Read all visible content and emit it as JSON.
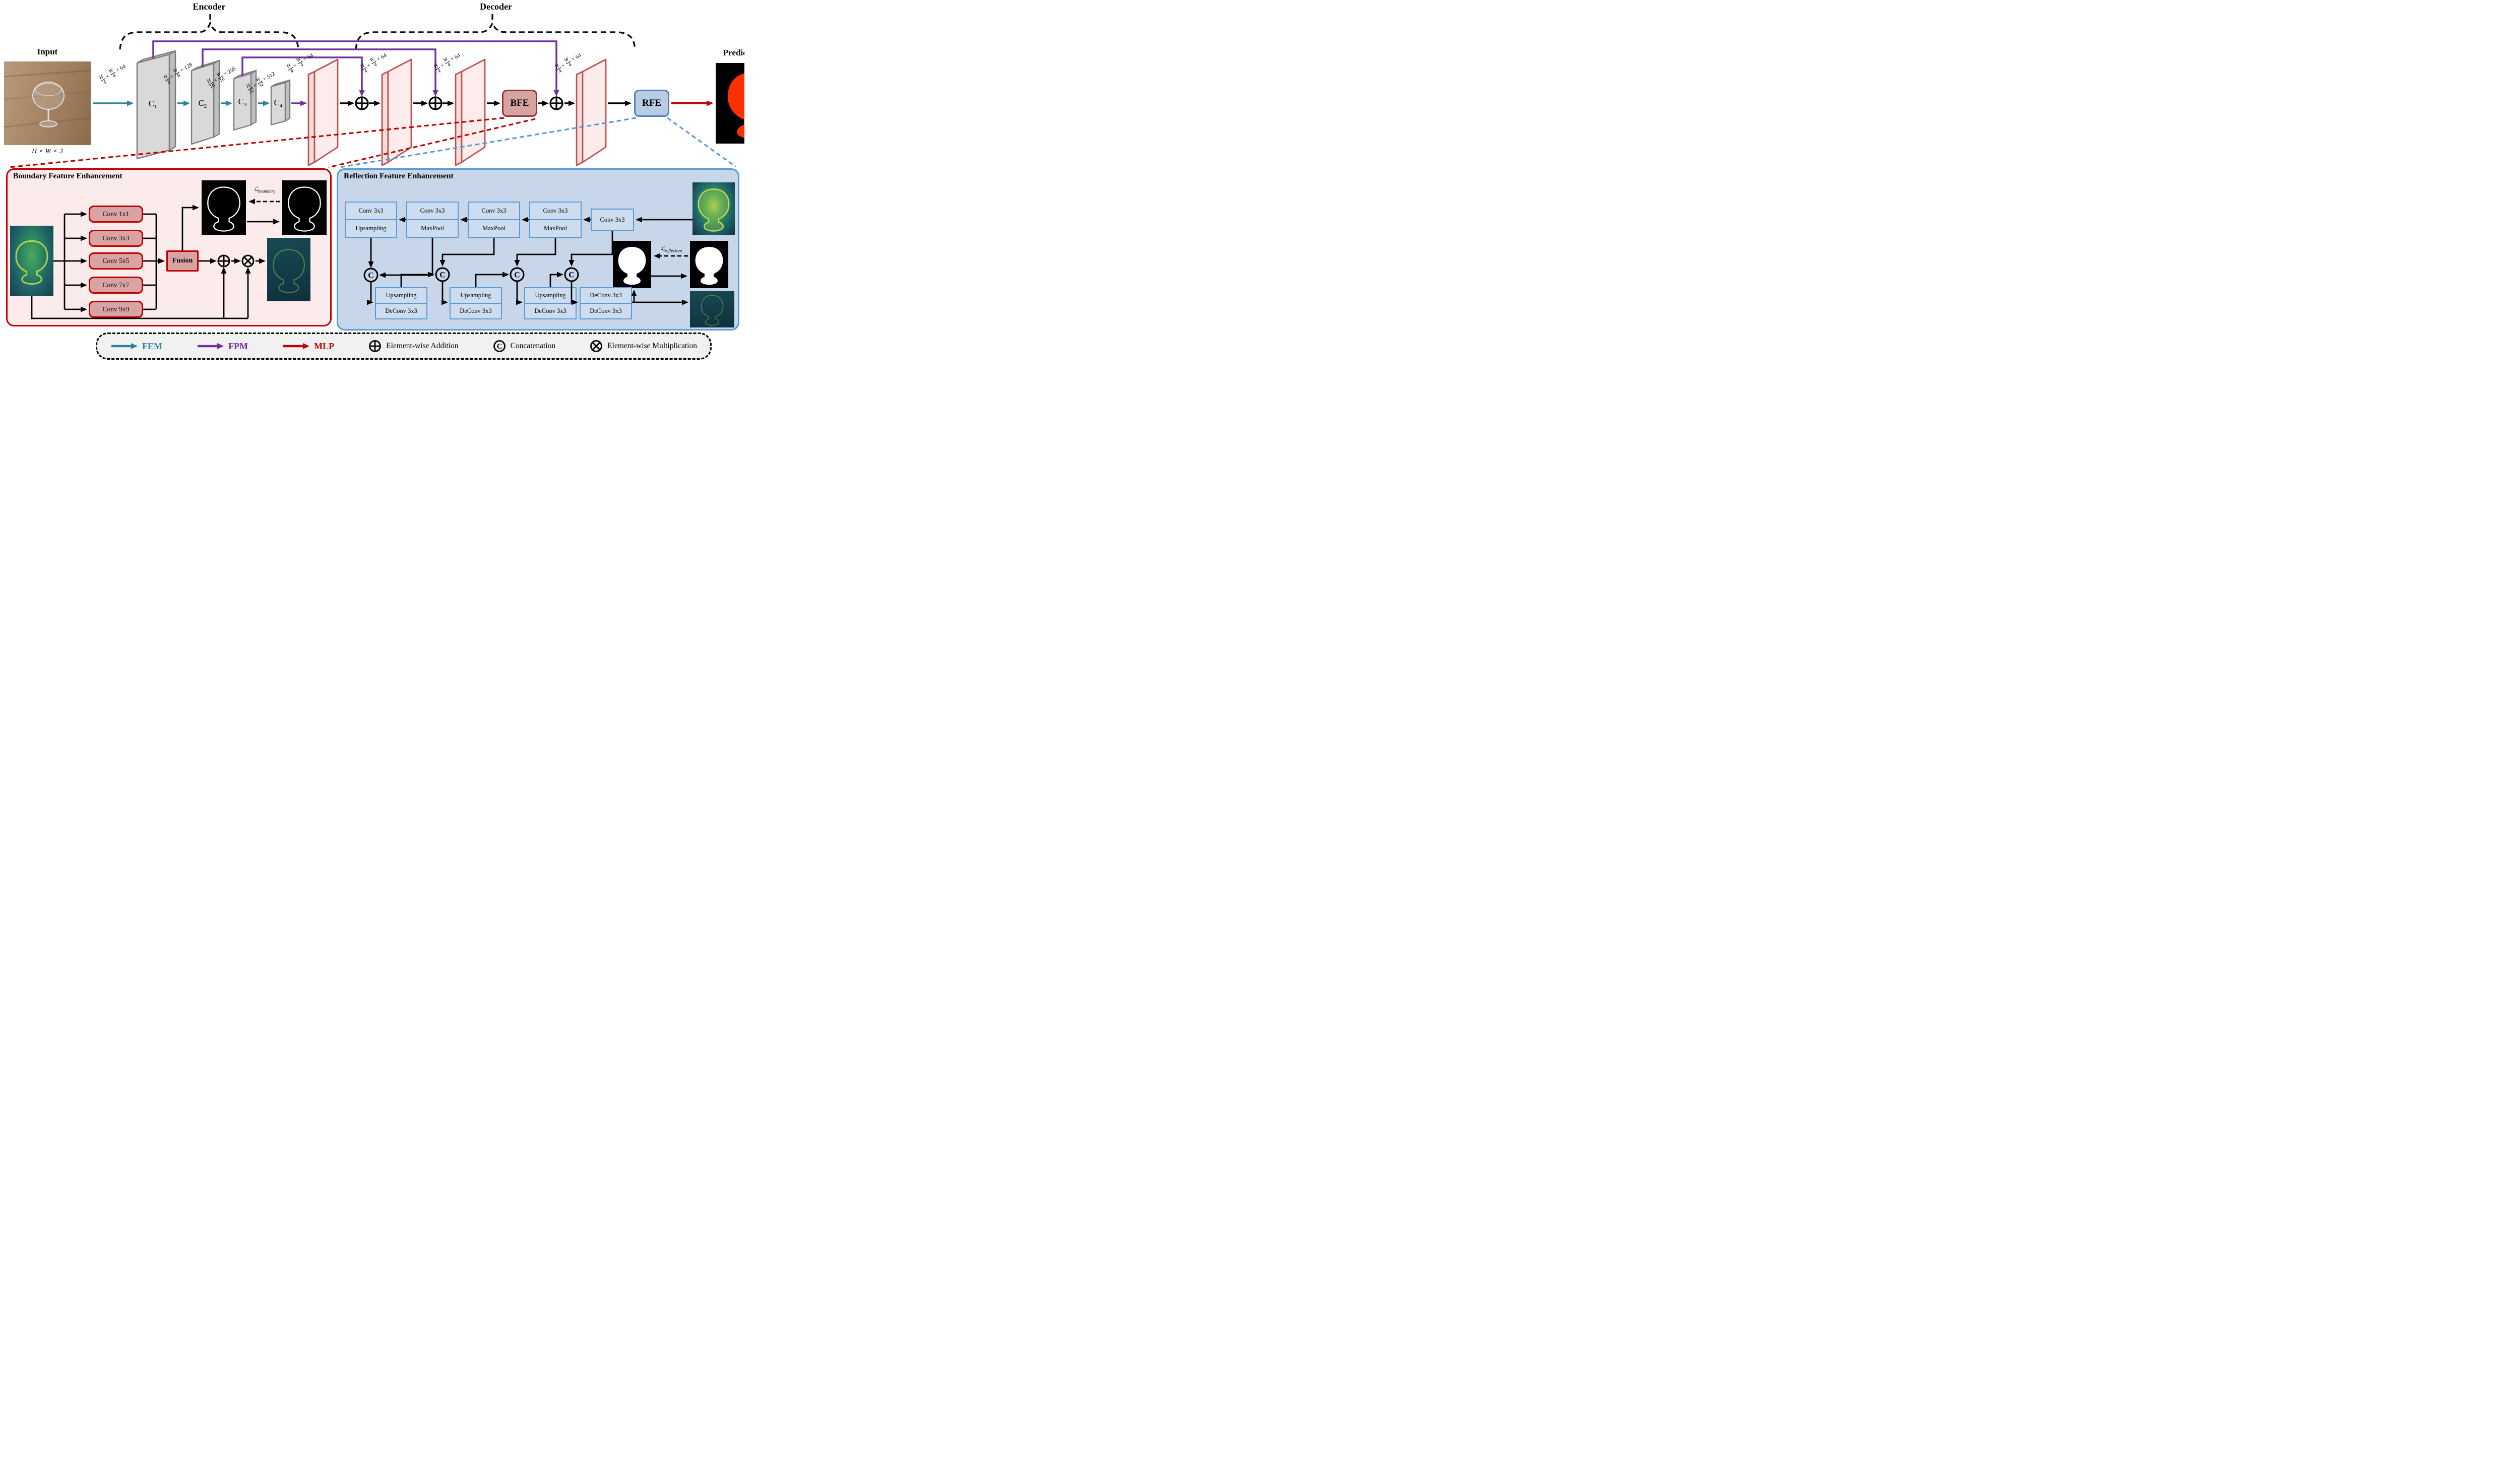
{
  "header": {
    "encoder_label": "Encoder",
    "decoder_label": "Decoder"
  },
  "input": {
    "title": "Input",
    "dims": "H × W × 3"
  },
  "output": {
    "title": "Predicted Mask"
  },
  "encoder_blocks": [
    {
      "base": "C",
      "sub": "1"
    },
    {
      "base": "C",
      "sub": "2"
    },
    {
      "base": "C",
      "sub": "3"
    },
    {
      "base": "C",
      "sub": "4"
    }
  ],
  "dims": [
    {
      "n1": "H",
      "d1": "4",
      "x1": "×",
      "n2": "W",
      "d2": "4",
      "x2": "×",
      "ch": "64"
    },
    {
      "n1": "H",
      "d1": "8",
      "x1": "×",
      "n2": "W",
      "d2": "8",
      "x2": "×",
      "ch": "128"
    },
    {
      "n1": "H",
      "d1": "16",
      "x1": "×",
      "n2": "W",
      "d2": "16",
      "x2": "×",
      "ch": "256"
    },
    {
      "n1": "H",
      "d1": "32",
      "x1": "×",
      "n2": "W",
      "d2": "32",
      "x2": "×",
      "ch": "512"
    },
    {
      "n1": "H",
      "d1": "4",
      "x1": "×",
      "n2": "W",
      "d2": "4",
      "x2": "×",
      "ch": "64"
    },
    {
      "n1": "H",
      "d1": "4",
      "x1": "×",
      "n2": "W",
      "d2": "4",
      "x2": "×",
      "ch": "64"
    },
    {
      "n1": "H",
      "d1": "4",
      "x1": "×",
      "n2": "W",
      "d2": "4",
      "x2": "×",
      "ch": "64"
    },
    {
      "n1": "H",
      "d1": "4",
      "x1": "×",
      "n2": "W",
      "d2": "4",
      "x2": "×",
      "ch": "64"
    }
  ],
  "modules": {
    "bfe": "BFE",
    "rfe": "RFE"
  },
  "bfe_panel": {
    "title": "Boundary Feature Enhancement",
    "convs": [
      "Conv 1x1",
      "Conv 3x3",
      "Conv 5x5",
      "Conv 7x7",
      "Conv 9x9"
    ],
    "fusion": "Fusion",
    "loss": {
      "symbol": "ℒ",
      "sub": "boundary"
    }
  },
  "rfe_panel": {
    "title": "Reflection Feature Enhancement",
    "cols": [
      {
        "top": "Conv 3x3",
        "bottom": "Upsampling"
      },
      {
        "top": "Conv 3x3",
        "bottom": "MaxPool"
      },
      {
        "top": "Conv 3x3",
        "bottom": "MaxPool"
      },
      {
        "top": "Conv 3x3",
        "bottom": "MaxPool"
      }
    ],
    "single_conv": "Conv 3x3",
    "blocks": [
      {
        "top": "Upsampling",
        "bottom": "DeConv 3x3"
      },
      {
        "top": "Upsampling",
        "bottom": "DeConv 3x3"
      },
      {
        "top": "Upsampling",
        "bottom": "DeConv 3x3"
      },
      {
        "top": "DeConv 3x3",
        "bottom": "DeConv 3x3"
      }
    ],
    "concat": "C",
    "loss": {
      "symbol": "ℒ",
      "sub": "reflection"
    }
  },
  "legend": {
    "items": [
      {
        "icon": "fem-arrow",
        "label": "FEM",
        "color": "#2b8499"
      },
      {
        "icon": "fpm-arrow",
        "label": "FPM",
        "color": "#7030a0"
      },
      {
        "icon": "mlp-arrow",
        "label": "MLP",
        "color": "#c00000"
      },
      {
        "icon": "plus-circle",
        "label": "Element-wise Addition"
      },
      {
        "icon": "concat-circle",
        "label": "Concatenation"
      },
      {
        "icon": "times-circle",
        "label": "Element-wise Multiplication"
      }
    ]
  },
  "colors": {
    "fem_arrow": "#2b8499",
    "fpm_arrow": "#7030a0",
    "mlp_arrow": "#c00000",
    "bfe_panel_border": "#c00000",
    "rfe_panel_border": "#5b9bd5",
    "pink_slab_border": "#c0504d",
    "gray_slab_fill": "#d9d9d9",
    "mask_glass_red": "#fe2f00"
  }
}
